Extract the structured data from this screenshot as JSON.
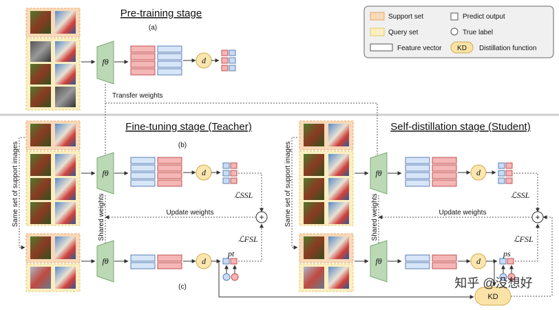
{
  "stages": {
    "pretraining": "Pre-training stage",
    "finetuning": "Fine-tuning stage (Teacher)",
    "selfdistill": "Self-distillation stage (Student)"
  },
  "legend": {
    "support_set": "Support set",
    "query_set": "Query set",
    "feature_vector": "Feature vector",
    "predict_output": "Predict output",
    "true_label": "True label",
    "kd_badge": "KD",
    "distillation": "Distillation function"
  },
  "labels": {
    "a": "(a)",
    "b": "(b)",
    "c": "(c)",
    "transfer": "Transfer weights",
    "update": "Update weights",
    "same_support": "Same set of support images",
    "shared": "Shared weights",
    "f_theta": "fθ",
    "d": "d",
    "l_ssl": "ℒSSL",
    "l_fsl": "ℒFSL",
    "p_t": "pt",
    "p_s": "ps",
    "kd": "KD",
    "plus": "+",
    "watermark": "知乎 @没想好"
  },
  "colors": {
    "support": "#f9d9b8",
    "query": "#fbefc2",
    "encoder": "#bcd9b6",
    "feature": "#d6e6f8",
    "output_red": "#f5b6b6",
    "output_blue": "#c8dcf5",
    "d_circle": "#fbe6b0",
    "kd": "#fbe3a8"
  }
}
